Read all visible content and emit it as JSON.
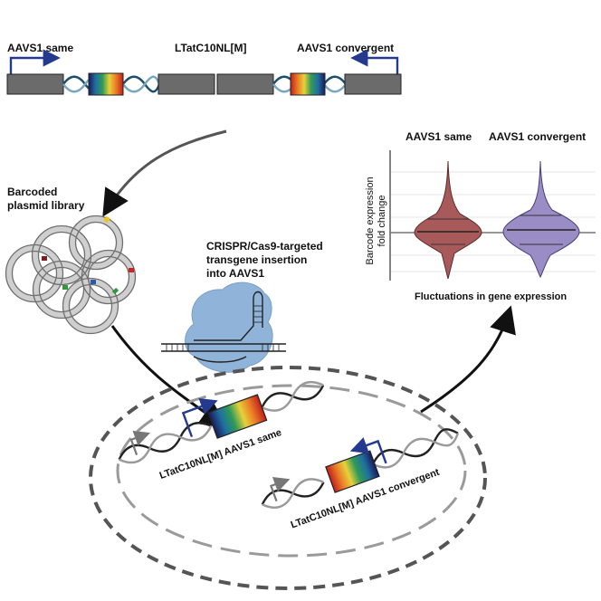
{
  "construct": {
    "same_label": "AAVS1 same",
    "name_label": "LTatC10NL[M]",
    "convergent_label": "AAVS1 convergent"
  },
  "library": {
    "label_line1": "Barcoded",
    "label_line2": "plasmid library"
  },
  "crispr": {
    "label_line1": "CRISPR/Cas9-targeted",
    "label_line2": "transgene insertion",
    "label_line3": "into AAVS1"
  },
  "violin_plot": {
    "group_same": "AAVS1 same",
    "group_convergent": "AAVS1 convergent",
    "ylabel_line1": "Barcode expression",
    "ylabel_line2": "fold change",
    "caption": "Fluctuations in gene expression",
    "colors": {
      "same": "#a85a5a",
      "convergent": "#9a8cc4"
    }
  },
  "cell": {
    "same_insert_label": "LTatC10NL[M] AAVS1 same",
    "convergent_insert_label": "LTatC10NL[M] AAVS1 convergent"
  },
  "colors": {
    "promoter_arrow": "#233a8f",
    "genomic_block": "#6b6b6b",
    "cas9": "#8fb3d9",
    "helix_strand_a": "#1d4e6e",
    "helix_strand_b": "#7aa7c0"
  }
}
